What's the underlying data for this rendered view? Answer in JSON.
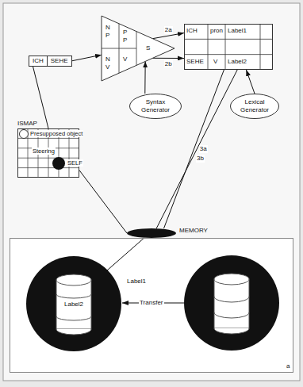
{
  "diagram": {
    "nodes": [
      {
        "text": [
          "ICH",
          "SEHE"
        ]
      },
      {
        "text": [
          "S"
        ]
      },
      {
        "text": [
          "ICH",
          "pron",
          "Label1",
          "SEHE",
          "V",
          "Label2"
        ]
      },
      {
        "text": [
          "Syntax Generator"
        ]
      },
      {
        "text": [
          "Lexical Generator"
        ]
      },
      {
        "text": [
          "ISMAP",
          "Presupposed object",
          "Steering",
          "SELF"
        ]
      },
      {
        "text": [
          "MEMORY"
        ]
      },
      {
        "text": [
          "a"
        ]
      },
      {
        "text": [
          "Label2"
        ],
        "in": 7
      }
    ],
    "edges": [
      {
        "from": 0,
        "to": 1,
        "arrow": "to"
      },
      {
        "from": 1,
        "to": 2,
        "label": "2a",
        "arrow": "to"
      },
      {
        "from": 1,
        "to": 2,
        "label": "2b",
        "arrow": "to"
      },
      {
        "from": 3,
        "to": 1,
        "arrow": "to"
      },
      {
        "from": 4,
        "to": 2,
        "arrow": "to"
      },
      {
        "from": 2,
        "to": 6,
        "label": "3a",
        "arrow": "none"
      },
      {
        "from": 2,
        "to": 6,
        "label": "3b",
        "arrow": "none"
      },
      {
        "from": 0,
        "to": 5,
        "arrow": "none"
      },
      {
        "from": 5,
        "to": 6,
        "arrow": "none"
      },
      {
        "from": 6,
        "to": 8,
        "arrow": "none"
      }
    ],
    "labels": [
      "N",
      "P",
      "P",
      "P",
      "N",
      "V",
      "V",
      "Label1",
      "Transfer"
    ]
  }
}
